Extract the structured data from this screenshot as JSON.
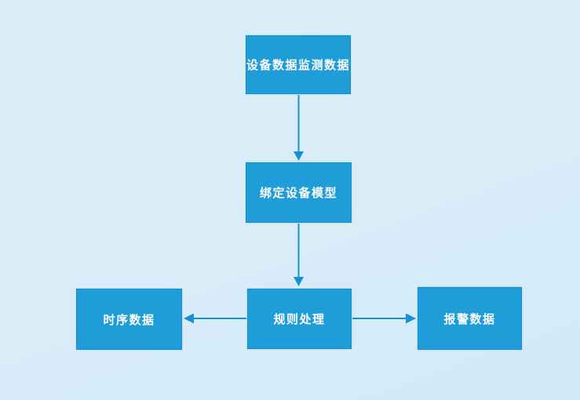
{
  "diagram": {
    "title": "",
    "background_color": "#d8edf8",
    "node_fill_color": "#1f9dd9",
    "node_text_color": "#ffffff",
    "arrow_color": "#1a91d4",
    "nodes": [
      {
        "id": "device-monitor-data",
        "label": "设备数据监测数据"
      },
      {
        "id": "bind-device-model",
        "label": "绑定设备模型"
      },
      {
        "id": "rule-processing",
        "label": "规则处理"
      },
      {
        "id": "timeseries-data",
        "label": "时序数据"
      },
      {
        "id": "alarm-data",
        "label": "报警数据"
      }
    ],
    "edges": [
      {
        "from": "device-monitor-data",
        "to": "bind-device-model",
        "direction": "down"
      },
      {
        "from": "bind-device-model",
        "to": "rule-processing",
        "direction": "down"
      },
      {
        "from": "rule-processing",
        "to": "timeseries-data",
        "direction": "left"
      },
      {
        "from": "rule-processing",
        "to": "alarm-data",
        "direction": "right"
      }
    ]
  }
}
